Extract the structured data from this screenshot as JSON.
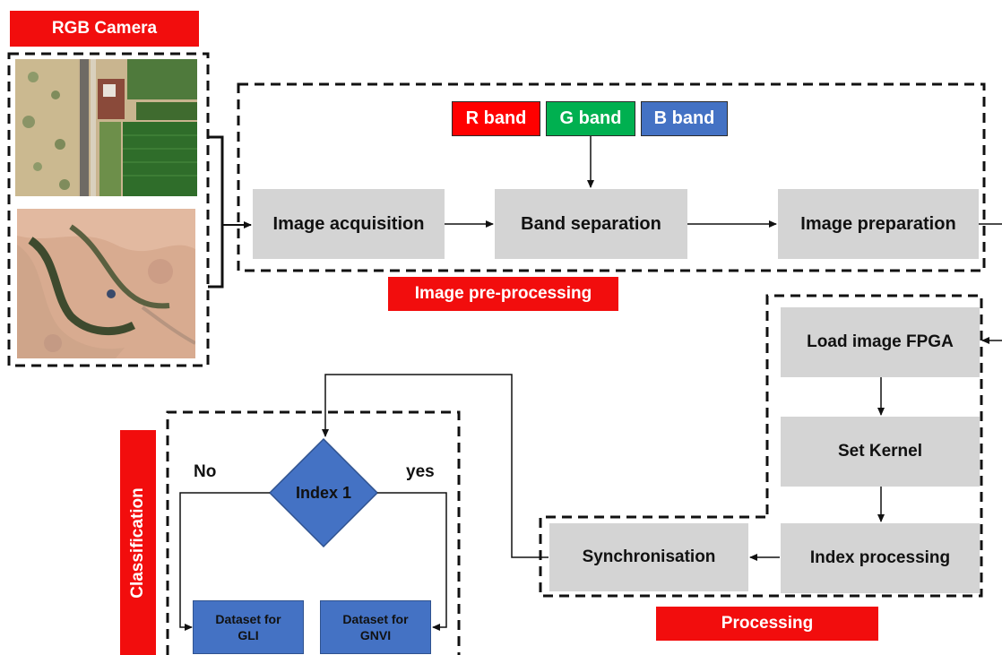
{
  "camera": {
    "label": "RGB Camera"
  },
  "preprocessing": {
    "label": "Image pre-processing",
    "steps": [
      "Image acquisition",
      "Band separation",
      "Image preparation"
    ],
    "bands": [
      {
        "label": "R band",
        "color": "#ff0000"
      },
      {
        "label": "G band",
        "color": "#00b050"
      },
      {
        "label": "B band",
        "color": "#4472c4"
      }
    ]
  },
  "processing": {
    "label": "Processing",
    "steps": [
      "Load image FPGA",
      "Set Kernel",
      "Index processing",
      "Synchronisation"
    ]
  },
  "classification": {
    "label": "Classification",
    "decision": "Index 1",
    "no_label": "No",
    "yes_label": "yes",
    "datasets": [
      "Dataset for\nGLI",
      "Dataset for\nGNVI"
    ]
  },
  "colors": {
    "accent_red": "#f20d0d",
    "box_gray": "#d4d4d4",
    "dataset_blue": "#4472c4"
  }
}
